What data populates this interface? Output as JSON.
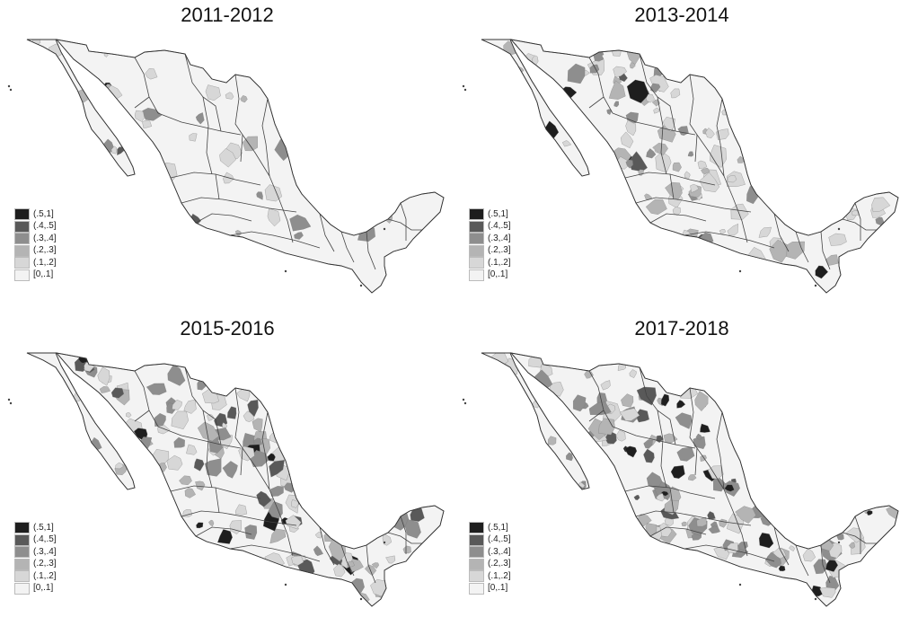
{
  "legend": {
    "classes": [
      {
        "label": "(.5,1]",
        "color": "#1e1e1e"
      },
      {
        "label": "(.4,.5]",
        "color": "#595959"
      },
      {
        "label": "(.3,.4]",
        "color": "#8e8e8e"
      },
      {
        "label": "(.2,.3]",
        "color": "#b4b4b4"
      },
      {
        "label": "(.1,.2]",
        "color": "#d7d7d7"
      },
      {
        "label": "[0,.1]",
        "color": "#f3f3f3"
      }
    ]
  },
  "panels": [
    {
      "title": "2011-2012",
      "dark_share": 0.02,
      "mid_share": 0.1,
      "light_share": 0.18
    },
    {
      "title": "2013-2014",
      "dark_share": 0.08,
      "mid_share": 0.28,
      "light_share": 0.4
    },
    {
      "title": "2015-2016",
      "dark_share": 0.18,
      "mid_share": 0.42,
      "light_share": 0.3
    },
    {
      "title": "2017-2018",
      "dark_share": 0.22,
      "mid_share": 0.42,
      "light_share": 0.28
    }
  ]
}
